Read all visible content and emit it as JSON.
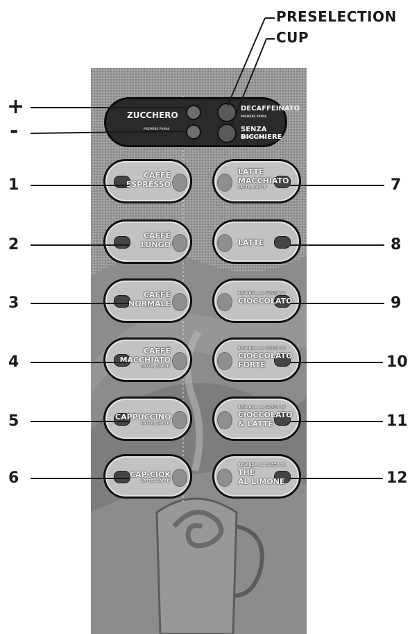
{
  "callouts": {
    "preselection": "PRESELECTION",
    "cup": "CUP"
  },
  "sugar": {
    "plus": "+",
    "minus": "-",
    "label": "ZUCCHERO",
    "sublabel": "PREMERE PRIMA"
  },
  "preselect": {
    "decaf_label": "DECAFFEINATO",
    "decaf_sub": "PREMERE PRIMA",
    "nocup_label": "SENZA BICCHIERE",
    "nocup_sub": "PREMERE PRIMA"
  },
  "left_buttons": [
    {
      "num": "1",
      "line1": "CAFFÈ",
      "line2": "ESPRESSO",
      "sub": ""
    },
    {
      "num": "2",
      "line1": "CAFFÈ",
      "line2": "LUNGO",
      "sub": ""
    },
    {
      "num": "3",
      "line1": "CAFFÈ",
      "line2": "NORMALE",
      "sub": ""
    },
    {
      "num": "4",
      "line1": "CAFFÈ",
      "line2": "MACCHIATO",
      "sub": "LATTE, CAFFE'"
    },
    {
      "num": "5",
      "line1": "",
      "line2": "CAPPUCCINO",
      "sub": "LATTE, CAFFE'"
    },
    {
      "num": "6",
      "line1": "",
      "line2": "CAP-CIOK",
      "sub": "LATTE, CAFFE'"
    }
  ],
  "right_buttons": [
    {
      "num": "7",
      "pre": "",
      "line1": "LATTE",
      "line2": "MACCHIATO",
      "sub": "LATTE, CAFFE'"
    },
    {
      "num": "8",
      "pre": "",
      "line1": "",
      "line2": "LATTE",
      "sub": ""
    },
    {
      "num": "9",
      "pre": "BEVANDA AL GUSTO DI",
      "line1": "",
      "line2": "CIOCCOLATO",
      "sub": ""
    },
    {
      "num": "10",
      "pre": "BEVANDA AL GUSTO DI",
      "line1": "CIOCCOLATO",
      "line2": "FORTE",
      "sub": ""
    },
    {
      "num": "11",
      "pre": "BEVANDA AL GUSTO DI",
      "line1": "CIOCCOLATO",
      "line2": "& LATTE",
      "sub": ""
    },
    {
      "num": "12",
      "pre": "BEVANDA AL GUSTO DI",
      "line1": "THÈ",
      "line2": "AL LIMONE",
      "sub": ""
    }
  ]
}
